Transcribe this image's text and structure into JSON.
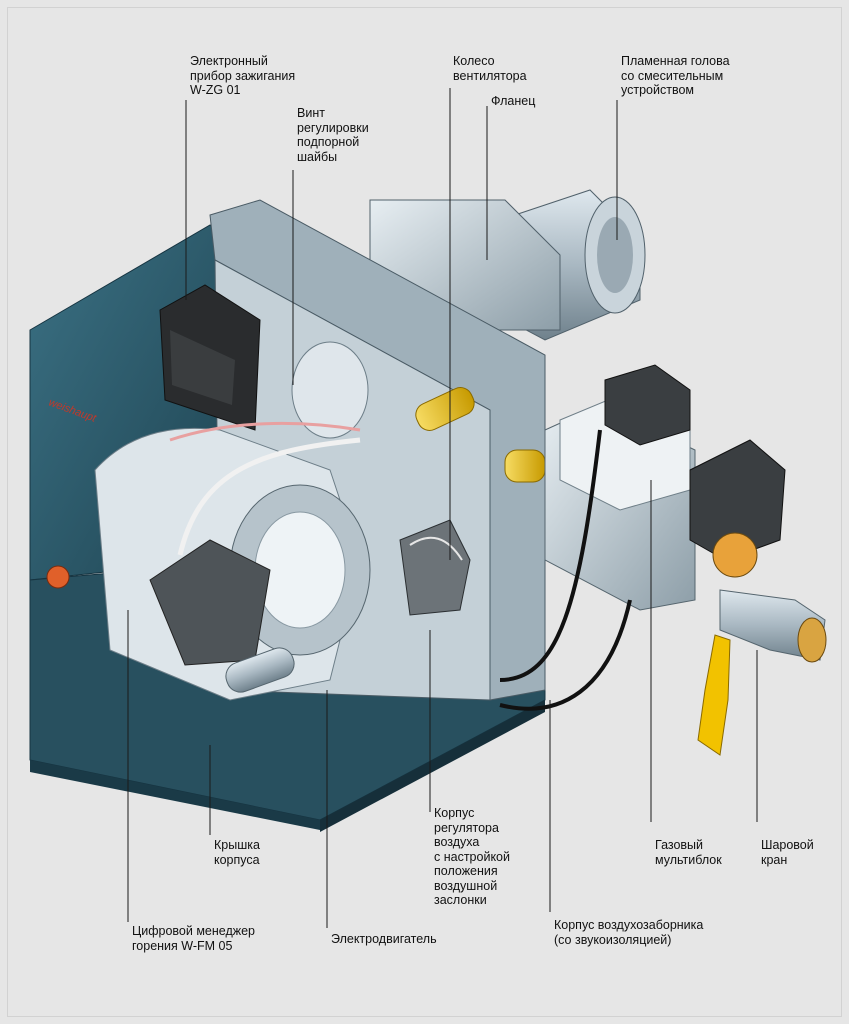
{
  "diagram": {
    "brand": "weishaupt",
    "labels": {
      "ignition": "Электронный\nприбор зажигания\nW-ZG 01",
      "fan_wheel": "Колесо\nвентилятора",
      "flame_head": "Пламенная голова\nсо смесительным\nустройством",
      "screw": "Винт\nрегулировки\nподпорной\nшайбы",
      "flange": "Фланец",
      "air_regulator": "Корпус\nрегулятора\nвоздуха\nс настройкой\nположения\nвоздушной\nзаслонки",
      "gas_multiblock": "Газовый\nмультиблок",
      "ball_valve": "Шаровой\nкран",
      "cover": "Крышка\nкорпуса",
      "combustion_manager": "Цифровой менеджер\nгорения W-FM 05",
      "motor": "Электродвигатель",
      "air_intake": "Корпус воздухозаборника\n(со звукоизоляцией)"
    },
    "colors": {
      "housing": "#2f5d6e",
      "housing_dark": "#1e3f4d",
      "metal": "#b9c6cf",
      "accent_yellow": "#f2c200",
      "brand_red": "#c0392b"
    }
  }
}
